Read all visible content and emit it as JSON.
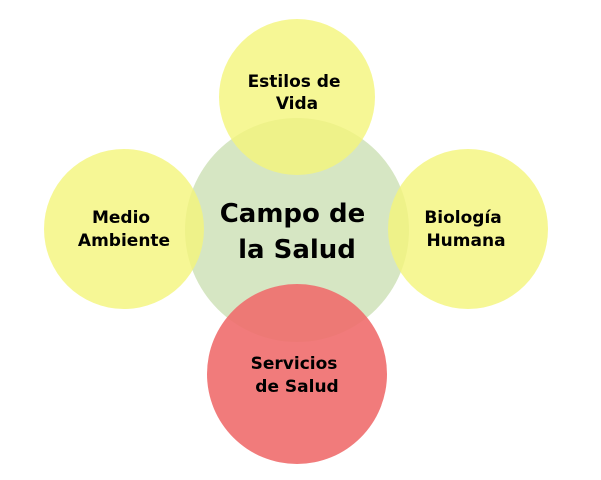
{
  "center": {
    "label_line1": "Campo de",
    "label_line2": "la Salud",
    "color": "#d6e6c3"
  },
  "top": {
    "label_line1": "Estilos de",
    "label_line2": "Vida",
    "color": "#f4f57a"
  },
  "left": {
    "label_line1": "Medio",
    "label_line2": "Ambiente",
    "color": "#f4f57a"
  },
  "right": {
    "label_line1": "Biología",
    "label_line2": "Humana",
    "color": "#f4f57a"
  },
  "bottom": {
    "label_line1": "Servicios",
    "label_line2": "de Salud",
    "color": "#f06d6d"
  }
}
